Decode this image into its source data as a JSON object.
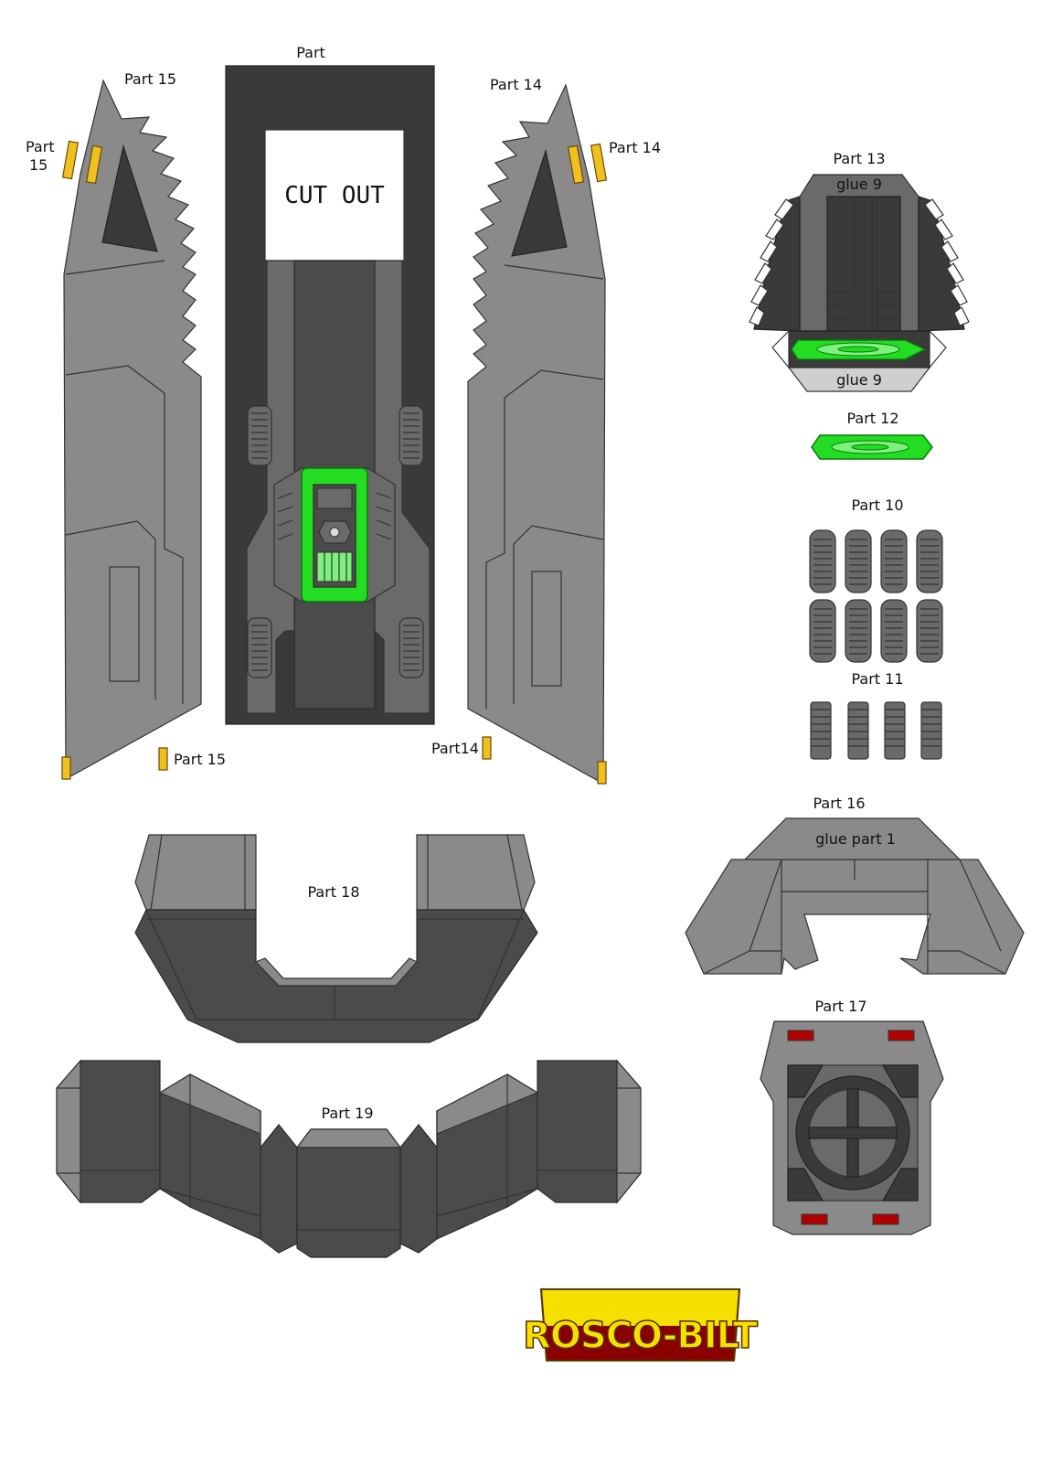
{
  "labels": {
    "part_top": "Part",
    "cut_out": "CUT OUT",
    "part15_top": "Part 15",
    "part15_side_a": "Part",
    "part15_side_b": "15",
    "part15_bottom": "Part 15",
    "part14_top": "Part 14",
    "part14_side": "Part 14",
    "part14_bottom": "Part14",
    "part13": "Part 13",
    "glue9_top": "glue 9",
    "glue9_bottom": "glue 9",
    "part12": "Part 12",
    "part10": "Part 10",
    "part11": "Part 11",
    "part16": "Part 16",
    "glue_part1": "glue part 1",
    "part17": "Part 17",
    "part18": "Part 18",
    "part19": "Part 19"
  },
  "logo": {
    "text": "ROSCO-BILT",
    "colors": {
      "top": "#f5e000",
      "bottom": "#8a0000",
      "outline": "#5a3a00"
    }
  },
  "colors": {
    "light_gray": "#8a8a8a",
    "mid_gray": "#6a6a6a",
    "dark_gray": "#4b4b4b",
    "darker_gray": "#3a3a3a",
    "accent_green": "#22dd22",
    "tab_yellow": "#f0c020",
    "lamp_red": "#b00000"
  }
}
